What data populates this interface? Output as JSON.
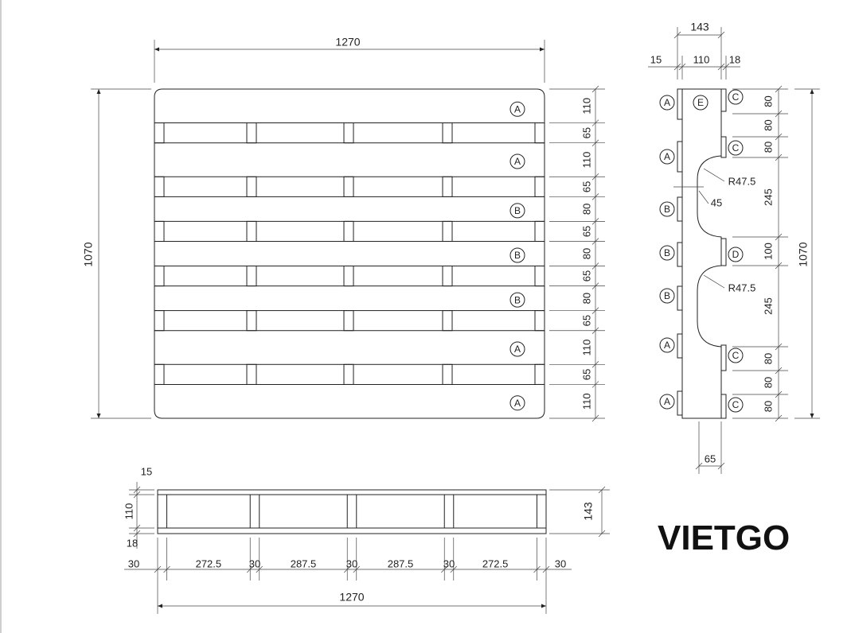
{
  "brand": "VIETGO",
  "top_view": {
    "overall_width": "1270",
    "overall_length": "1070",
    "board_widths": [
      "110",
      "65",
      "110",
      "65",
      "80",
      "65",
      "80",
      "65",
      "80",
      "65",
      "110",
      "65",
      "110"
    ],
    "board_labels": [
      "A",
      "A",
      "B",
      "B",
      "B",
      "A",
      "A"
    ]
  },
  "side_view": {
    "total_width": "143",
    "left_lip": "15",
    "block_width": "110",
    "right_lip": "18",
    "heights": [
      "80",
      "80",
      "80",
      "245",
      "100",
      "245",
      "80",
      "80",
      "80"
    ],
    "overall_length": "1070",
    "radius_label": "R47.5",
    "depth_label": "45",
    "bottom_width": "65",
    "left_labels": [
      "A",
      "A",
      "B",
      "B",
      "B",
      "A",
      "A"
    ],
    "right_labels": [
      "C",
      "C",
      "D",
      "C",
      "C"
    ],
    "center_label": "E"
  },
  "front_view": {
    "top_deck": "15",
    "block_height": "110",
    "bottom_deck": "18",
    "overall_height": "143",
    "spacing": [
      "30",
      "272.5",
      "30",
      "287.5",
      "30",
      "287.5",
      "30",
      "272.5",
      "30"
    ],
    "overall_width": "1270"
  }
}
